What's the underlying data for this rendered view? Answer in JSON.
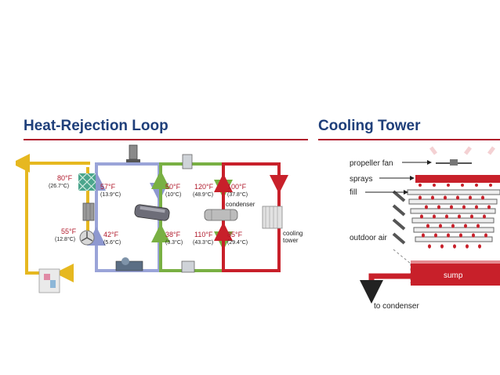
{
  "left_panel": {
    "title": "Heat-Rejection Loop",
    "loops": [
      {
        "id": "economizer",
        "color": "#e6b820"
      },
      {
        "id": "chilled-water",
        "color": "#9aa4d8"
      },
      {
        "id": "evaporator-chiller",
        "color": "#79b043"
      },
      {
        "id": "condenser-water",
        "color": "#c8202a"
      }
    ],
    "temps": [
      {
        "id": "t80",
        "f": "80°F",
        "c": "(26.7°C)"
      },
      {
        "id": "t55",
        "f": "55°F",
        "c": "(12.8°C)"
      },
      {
        "id": "t57",
        "f": "57°F",
        "c": "(13.9°C)"
      },
      {
        "id": "t42",
        "f": "42°F",
        "c": "(5.6°C)"
      },
      {
        "id": "t50",
        "f": "50°F",
        "c": "(10°C)"
      },
      {
        "id": "t120",
        "f": "120°F",
        "c": "(48.9°C)"
      },
      {
        "id": "t38",
        "f": "38°F",
        "c": "(3.3°C)"
      },
      {
        "id": "t110",
        "f": "110°F",
        "c": "(43.3°C)"
      },
      {
        "id": "t100",
        "f": "100°F",
        "c": "(37.8°C)"
      },
      {
        "id": "t85",
        "f": "85°F",
        "c": "(29.4°C)"
      }
    ],
    "condenser_label": "condenser",
    "cooling_tower_label_line1": "cooling",
    "cooling_tower_label_line2": "tower"
  },
  "right_panel": {
    "title": "Cooling Tower",
    "labels": {
      "fan": "propeller fan",
      "sprays": "sprays",
      "fill": "fill",
      "outdoor_air": "outdoor air",
      "sump": "sump",
      "to_condenser": "to condenser"
    }
  }
}
